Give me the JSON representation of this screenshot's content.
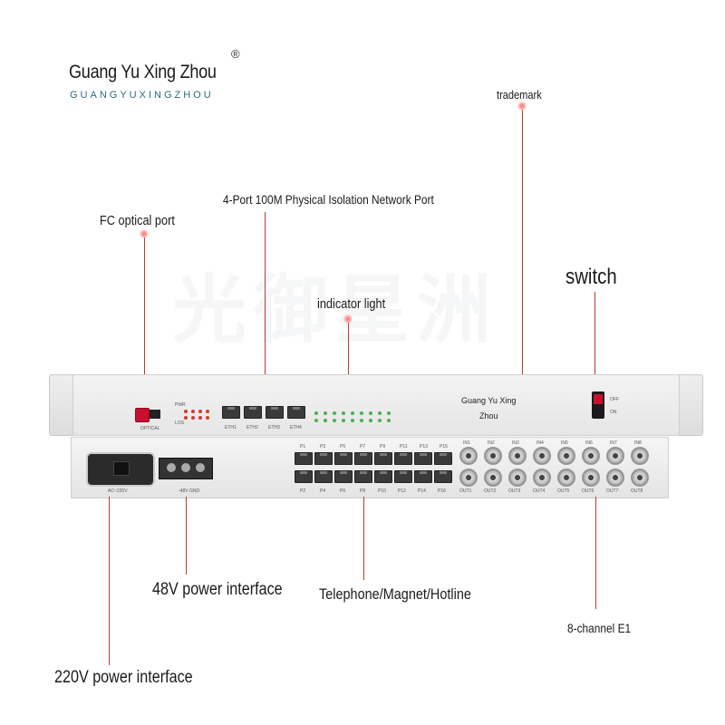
{
  "brand": {
    "name": "Guang Yu Xing Zhou",
    "subtitle": "GUANGYUXINGZHOU",
    "registered": "®"
  },
  "callouts": {
    "trademark": "trademark",
    "network_port": "4-Port 100M Physical Isolation Network Port",
    "fc_port": "FC optical port",
    "switch": "switch",
    "indicator": "indicator light",
    "power48": "48V power interface",
    "telephone": "Telephone/Magnet/Hotline",
    "e1": "8-channel E1",
    "power220": "220V power interface"
  },
  "device": {
    "front_logo_line1": "Guang Yu Xing",
    "front_logo_line2": "Zhou",
    "optical_label": "OPTICAL",
    "eth_ports": [
      "ETH1",
      "ETH2",
      "ETH3",
      "ETH4"
    ],
    "switch_off": "OFF",
    "switch_on": "ON",
    "ac_label": "AC~220V",
    "dc_label": "-48V GND",
    "phone_top": [
      "P1",
      "P3",
      "P5",
      "P7",
      "P9",
      "P11",
      "P13",
      "P15"
    ],
    "phone_bottom": [
      "P2",
      "P4",
      "P6",
      "P8",
      "P10",
      "P12",
      "P14",
      "P16"
    ],
    "e1_in": [
      "IN1",
      "IN2",
      "IN3",
      "IN4",
      "IN5",
      "IN6",
      "IN7",
      "IN8"
    ],
    "e1_out": [
      "OUT1",
      "OUT2",
      "OUT3",
      "OUT4",
      "OUT5",
      "OUT6",
      "OUT7",
      "OUT8"
    ],
    "led_pwr": "PWR",
    "led_los": "LOS"
  },
  "colors": {
    "callout_line": "#c0392b",
    "led_red": "#d63a2a",
    "led_green": "#4caf50"
  }
}
